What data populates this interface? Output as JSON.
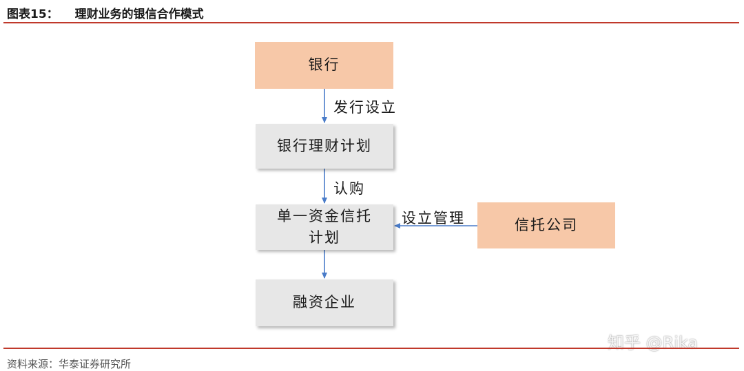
{
  "figure": {
    "number": "图表15：",
    "title": "理财业务的银信合作模式"
  },
  "nodes": {
    "bank": "银行",
    "bank_wealth_plan": "银行理财计划",
    "single_trust_plan": "单一资金信托\n计划",
    "financing_enterprise": "融资企业",
    "trust_company": "信托公司"
  },
  "edges": {
    "issue_establish": "发行设立",
    "subscribe": "认购",
    "establish_manage": "设立管理"
  },
  "source": "资料来源：华泰证券研究所",
  "watermark": "知乎 @Rika",
  "colors": {
    "accent_rule": "#c0392b",
    "orange_node": "#f7c8a8",
    "gray_node": "#e7e7e7",
    "arrow": "#4a7cc9"
  }
}
